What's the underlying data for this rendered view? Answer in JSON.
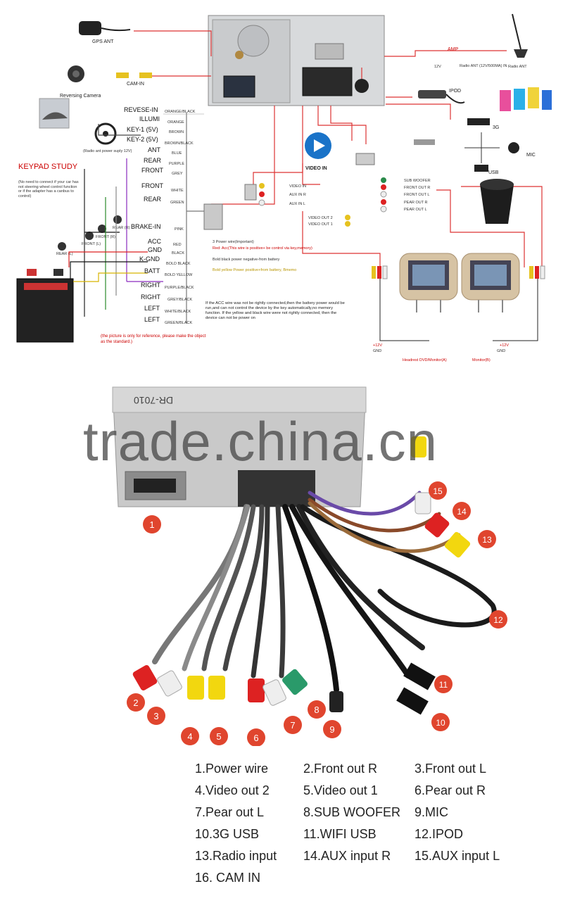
{
  "diagram": {
    "gps_ant": "GPS ANT",
    "reversing_camera": "Reversing Camera",
    "cam_in": "CAM-IN",
    "amp": "AMP",
    "v12": "12V",
    "radio_ant_in": "Radio ANT (12V/500MA) IN",
    "radio_ant": "Radio ANT",
    "ipod": "IPOD",
    "g3": "3G",
    "mic": "MIC",
    "usb": "USB",
    "video_in": "VIDEO IN",
    "keypad_title": "KEYPAD STUDY",
    "keypad_note": "(No need to connect if your car has not steering wheel control function or if the adapter has a canbus to control)",
    "radio_power_note": "(Radio ant power suply 12V)",
    "wire_labels_left": [
      "REVESE-IN",
      "ILLUMI",
      "KEY-1 (5V)",
      "KEY-2 (5V)",
      "ANT",
      "REAR",
      "FRONT",
      "FRONT",
      "REAR",
      "BRAKE-IN",
      "ACC",
      "GND",
      "K-GND",
      "BATT",
      "RIGHT",
      "RIGHT",
      "LEFT",
      "LEFT"
    ],
    "wire_colors": [
      "ORANGE/BLACK",
      "ORANGE",
      "BROWN",
      "BROWN/BLACK",
      "BLUE",
      "PURPLE",
      "GREY",
      "WHITE",
      "GREEN",
      "PINK",
      "RED",
      "BLACK",
      "BOLD BLACK",
      "BOLD YELLOW",
      "PURPLE/BLACK",
      "GREY/BLACK",
      "WHITE/BLACK",
      "GREEN/BLACK"
    ],
    "speakers": [
      "REAR (L)",
      "FRONT (L)",
      "FRONT (R)",
      "REAR (R)"
    ],
    "power_note_title": "3 Power wire(Important)",
    "power_note_red": "Red: Acc(This wire is positive+ be control via key,memory)",
    "power_note_black": "Bold black power negative-from battery",
    "power_note_yellow": "Bold yellow Power positive+from battery, Bmemo",
    "acc_warning": "If the ACC wire was not be rightly connected,then the battery power would be run,and can not control the device by the key automatically,no memory function. If the yellow and black wire were not rightly connected, then the device can not be power on",
    "ref_note": "(the picture is only for reference, please make the object as the standard.)",
    "rca_in": [
      "VIDEO IN",
      "AUX IN R",
      "AUX IN L"
    ],
    "video_out": [
      "VIDEO OUT 2",
      "VIDEO OUT 1"
    ],
    "rca_out": [
      "SUB WOOFER",
      "FRONT OUT R",
      "FRONT OUT L",
      "PEAR OUT R",
      "PEAR OUT L"
    ],
    "headrest_a": "Headrest DVD/Monitor(A)",
    "monitor_b": "Monitor(B)",
    "p12v": "+12V",
    "gnd": "GND"
  },
  "photo": {
    "model": "DR-7010",
    "watermark": "trade.china.cn",
    "callouts": [
      "1",
      "2",
      "3",
      "4",
      "5",
      "6",
      "7",
      "8",
      "9",
      "10",
      "11",
      "12",
      "13",
      "14",
      "15"
    ]
  },
  "legend": [
    "1.Power wire",
    "2.Front out R",
    "3.Front out L",
    "4.Video out 2",
    "5.Video out 1",
    "6.Pear out R",
    "7.Pear out L",
    "8.SUB WOOFER",
    "9.MIC",
    "10.3G USB",
    "11.WIFI USB",
    "12.IPOD",
    "13.Radio input",
    "14.AUX input R",
    "15.AUX input L",
    "16. CAM IN"
  ],
  "colors": {
    "callout_red": "#e0452e",
    "wire_red": "#d22",
    "accent_blue": "#1a73c8"
  }
}
